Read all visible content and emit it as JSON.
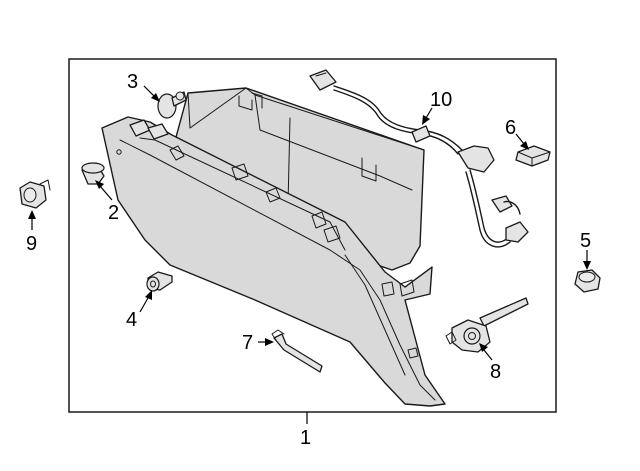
{
  "callouts": {
    "c1": "1",
    "c2": "2",
    "c3": "3",
    "c4": "4",
    "c5": "5",
    "c6": "6",
    "c7": "7",
    "c8": "8",
    "c9": "9",
    "c10": "10"
  },
  "colors": {
    "line": "#1a1a1a",
    "part_fill": "#d9d9d9",
    "background": "#ffffff"
  }
}
